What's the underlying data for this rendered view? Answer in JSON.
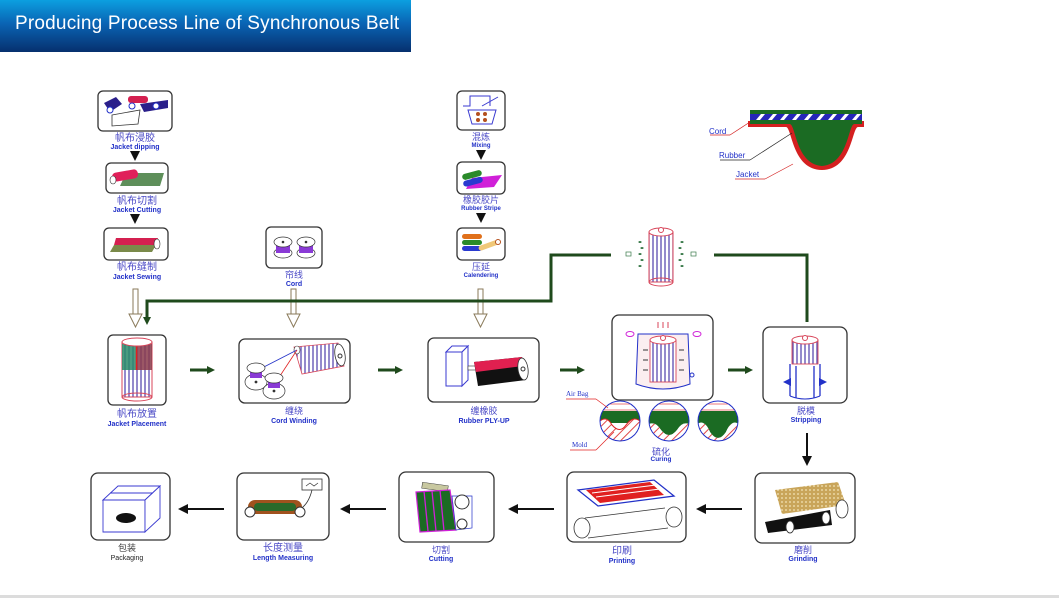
{
  "header": {
    "title": "Producing Process Line of Synchronous Belt"
  },
  "colors": {
    "title_bar_top": "#0b9fe0",
    "title_bar_bottom": "#06306e",
    "label_blue": "#2231c8",
    "flow_green": "#1f4a1c",
    "belt_green": "#1b6b23",
    "belt_red": "#d42020"
  },
  "belt_section": {
    "labels": {
      "cord": "Cord",
      "rubber": "Rubber",
      "jacket": "Jacket"
    }
  },
  "curing_detail": {
    "air_bag": "Air Bag",
    "mold": "Mold"
  },
  "steps": {
    "jacket_dipping": {
      "cn": "帆布浸胶",
      "en": "Jacket dipping"
    },
    "jacket_cutting": {
      "cn": "帆布切割",
      "en": "Jacket Cutting"
    },
    "jacket_sewing": {
      "cn": "帆布缝制",
      "en": "Jacket Sewing"
    },
    "cord": {
      "cn": "帘线",
      "en": "Cord"
    },
    "mixing": {
      "cn": "混炼",
      "en": "Mixing"
    },
    "rubber_stripe": {
      "cn": "橡胶胶片",
      "en": "Rubber Stripe"
    },
    "calendering": {
      "cn": "压延",
      "en": "Calendering"
    },
    "jacket_placement": {
      "cn": "帆布放置",
      "en": "Jacket Placement"
    },
    "cord_winding": {
      "cn": "缠绕",
      "en": "Cord Winding"
    },
    "rubber_plyup": {
      "cn": "缠橡胶",
      "en": "Rubber PLY-UP"
    },
    "curing": {
      "cn": "硫化",
      "en": "Curing"
    },
    "stripping": {
      "cn": "脱模",
      "en": "Stripping"
    },
    "grinding": {
      "cn": "磨削",
      "en": "Grinding"
    },
    "printing": {
      "cn": "印刷",
      "en": "Printing"
    },
    "cutting": {
      "cn": "切割",
      "en": "Cutting"
    },
    "length_measuring": {
      "cn": "长度测量",
      "en": "Length Measuring"
    },
    "packaging": {
      "cn": "包装",
      "en": "Packaging"
    }
  }
}
